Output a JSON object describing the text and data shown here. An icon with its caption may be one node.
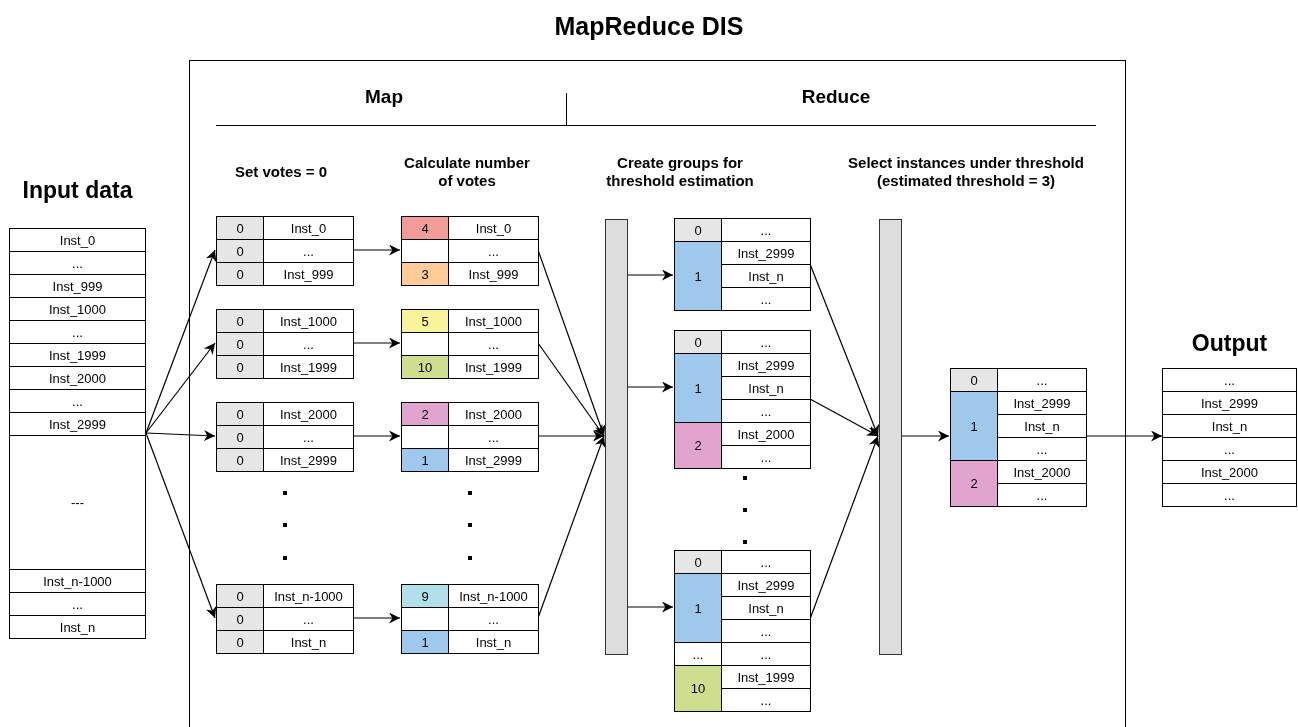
{
  "diagram": {
    "title": "MapReduce DIS",
    "nodes": [
      {
        "text": [
          "Input data",
          "Inst_0",
          "...",
          "Inst_999",
          "Inst_1000",
          "...",
          "Inst_1999",
          "Inst_2000",
          "...",
          "Inst_2999",
          "---",
          "Inst_n-1000",
          "...",
          "Inst_n"
        ]
      },
      {
        "text": [
          "Map",
          "Reduce"
        ]
      },
      {
        "text": [
          "0",
          "Inst_0",
          "0",
          "...",
          "0",
          "Inst_999"
        ],
        "in": 1
      },
      {
        "text": [
          "0",
          "Inst_1000",
          "0",
          "...",
          "0",
          "Inst_1999"
        ],
        "in": 1
      },
      {
        "text": [
          "0",
          "Inst_2000",
          "0",
          "...",
          "0",
          "Inst_2999"
        ],
        "in": 1
      },
      {
        "text": [
          "0",
          "Inst_n-1000",
          "0",
          "...",
          "0",
          "Inst_n"
        ],
        "in": 1
      },
      {
        "text": [
          "4",
          "Inst_0",
          "...",
          "3",
          "Inst_999"
        ],
        "in": 1
      },
      {
        "text": [
          "5",
          "Inst_1000",
          "...",
          "10",
          "Inst_1999"
        ],
        "in": 1
      },
      {
        "text": [
          "2",
          "Inst_2000",
          "...",
          "1",
          "Inst_2999"
        ],
        "in": 1
      },
      {
        "text": [
          "9",
          "Inst_n-1000",
          "...",
          "1",
          "Inst_n"
        ],
        "in": 1
      },
      {
        "text": [],
        "shape": "bar",
        "in": 1
      },
      {
        "text": [
          "0",
          "...",
          "1",
          "Inst_2999",
          "Inst_n",
          "..."
        ],
        "in": 1
      },
      {
        "text": [
          "0",
          "...",
          "1",
          "Inst_2999",
          "Inst_n",
          "...",
          "2",
          "Inst_2000",
          "..."
        ],
        "in": 1
      },
      {
        "text": [
          "0",
          "...",
          "1",
          "Inst_2999",
          "Inst_n",
          "...",
          "...",
          "...",
          "10",
          "Inst_1999",
          "..."
        ],
        "in": 1
      },
      {
        "text": [],
        "shape": "bar",
        "in": 1
      },
      {
        "text": [
          "0",
          "...",
          "1",
          "Inst_2999",
          "Inst_n",
          "...",
          "2",
          "Inst_2000",
          "..."
        ],
        "in": 1
      },
      {
        "text": [
          "Output",
          "...",
          "Inst_2999",
          "Inst_n",
          "...",
          "Inst_2000",
          "..."
        ]
      }
    ],
    "edges": [
      {
        "from": 0,
        "to": 2,
        "arrow": "to"
      },
      {
        "from": 0,
        "to": 3,
        "arrow": "to"
      },
      {
        "from": 0,
        "to": 4,
        "arrow": "to"
      },
      {
        "from": 0,
        "to": 5,
        "arrow": "to"
      },
      {
        "from": 2,
        "to": 6,
        "arrow": "to"
      },
      {
        "from": 3,
        "to": 7,
        "arrow": "to"
      },
      {
        "from": 4,
        "to": 8,
        "arrow": "to"
      },
      {
        "from": 5,
        "to": 9,
        "arrow": "to"
      },
      {
        "from": 6,
        "to": 10,
        "arrow": "to"
      },
      {
        "from": 7,
        "to": 10,
        "arrow": "to"
      },
      {
        "from": 8,
        "to": 10,
        "arrow": "to"
      },
      {
        "from": 9,
        "to": 10,
        "arrow": "to"
      },
      {
        "from": 10,
        "to": 11,
        "arrow": "to"
      },
      {
        "from": 10,
        "to": 12,
        "arrow": "to"
      },
      {
        "from": 10,
        "to": 13,
        "arrow": "to"
      },
      {
        "from": 11,
        "to": 14,
        "arrow": "to"
      },
      {
        "from": 12,
        "to": 14,
        "arrow": "to"
      },
      {
        "from": 13,
        "to": 14,
        "arrow": "to"
      },
      {
        "from": 14,
        "to": 15,
        "arrow": "to"
      },
      {
        "from": 15,
        "to": 16,
        "arrow": "to"
      }
    ],
    "labels": [
      "Set votes = 0",
      "Calculate number of votes",
      "Create groups for threshold estimation",
      "Select instances under threshold (estimated threshold = 3)"
    ]
  }
}
